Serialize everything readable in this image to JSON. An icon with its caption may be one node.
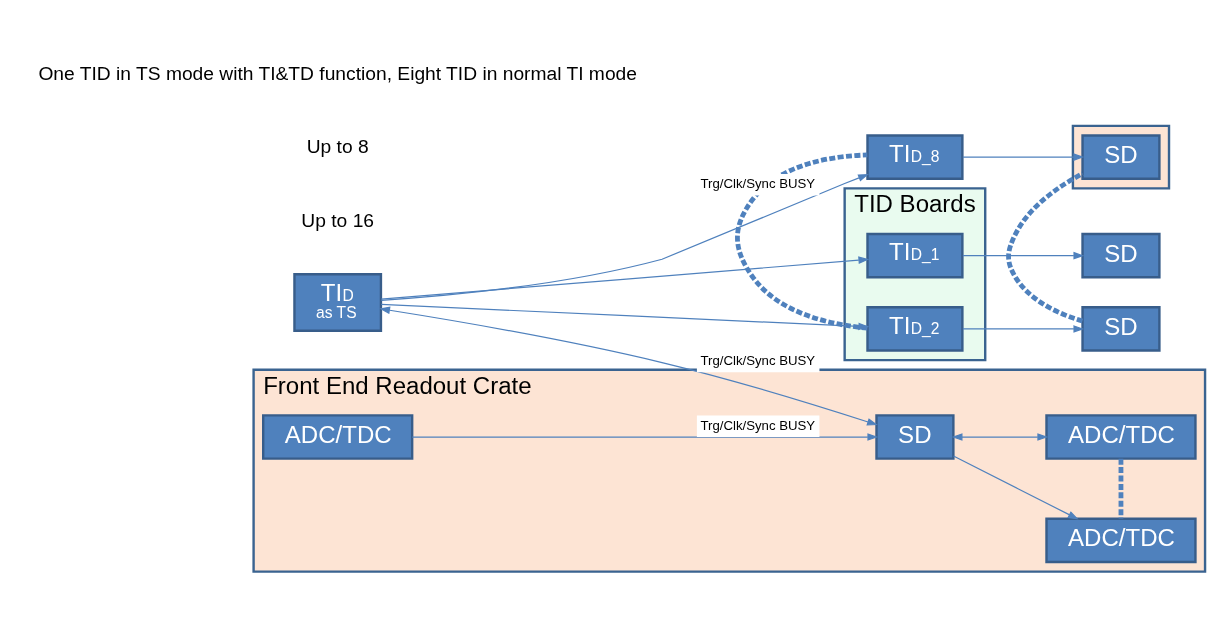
{
  "diagram": {
    "nodes": [
      {
        "text": [
          "TID Boards"
        ]
      },
      {
        "text": [
          "Front End Readout Crate"
        ]
      },
      {
        "text": [
          "TI$_{D}$",
          "as TS"
        ]
      },
      {
        "text": [
          "SD"
        ],
        "in": 1
      },
      {
        "text": [
          "ADC/TDC"
        ],
        "in": 1
      },
      {
        "text": [
          "ADC/TDC"
        ],
        "in": 1
      },
      {
        "text": [
          "ADC/TDC"
        ],
        "in": 1
      },
      {
        "text": [
          "TI$_{D_1}$"
        ],
        "in": 0
      },
      {
        "text": [
          "TI$_{D_2}$"
        ],
        "in": 0
      },
      {
        "text": [],
        "shape": "box"
      },
      {
        "text": [
          "TI$_{D_8}$"
        ]
      },
      {
        "text": [
          "SD"
        ]
      },
      {
        "text": [
          "SD"
        ]
      },
      {
        "text": [
          "SD"
        ],
        "in": 9
      }
    ],
    "edges": [
      {
        "from": 2,
        "to": 3,
        "arrow": "both",
        "label": "Trg/Clk/Sync BUSY"
      },
      {
        "from": 4,
        "to": 3,
        "arrow": "to",
        "label": "Trg/Clk/Sync BUSY"
      },
      {
        "from": 3,
        "to": 5,
        "arrow": "both"
      },
      {
        "from": 3,
        "to": 6,
        "arrow": "to"
      },
      {
        "from": 5,
        "to": 6,
        "arrow": "none",
        "style": "dashed"
      },
      {
        "from": 2,
        "to": 10,
        "arrow": "to",
        "label": "Trg/Clk/Sync BUSY"
      },
      {
        "from": 2,
        "to": 8,
        "arrow": "to"
      },
      {
        "from": 2,
        "to": 7,
        "arrow": "to"
      },
      {
        "from": 8,
        "to": 10,
        "arrow": "none",
        "style": "dashed"
      },
      {
        "from": 7,
        "to": 11,
        "arrow": "to"
      },
      {
        "from": 8,
        "to": 12,
        "arrow": "to"
      },
      {
        "from": 10,
        "to": 13,
        "arrow": "to"
      },
      {
        "from": 12,
        "to": 13,
        "arrow": "none",
        "style": "dashed"
      }
    ],
    "labels": [
      "Up to 16",
      "Up to 8",
      "One TID in TS mode with TI&TD function, Eight TID in normal TI mode"
    ]
  }
}
